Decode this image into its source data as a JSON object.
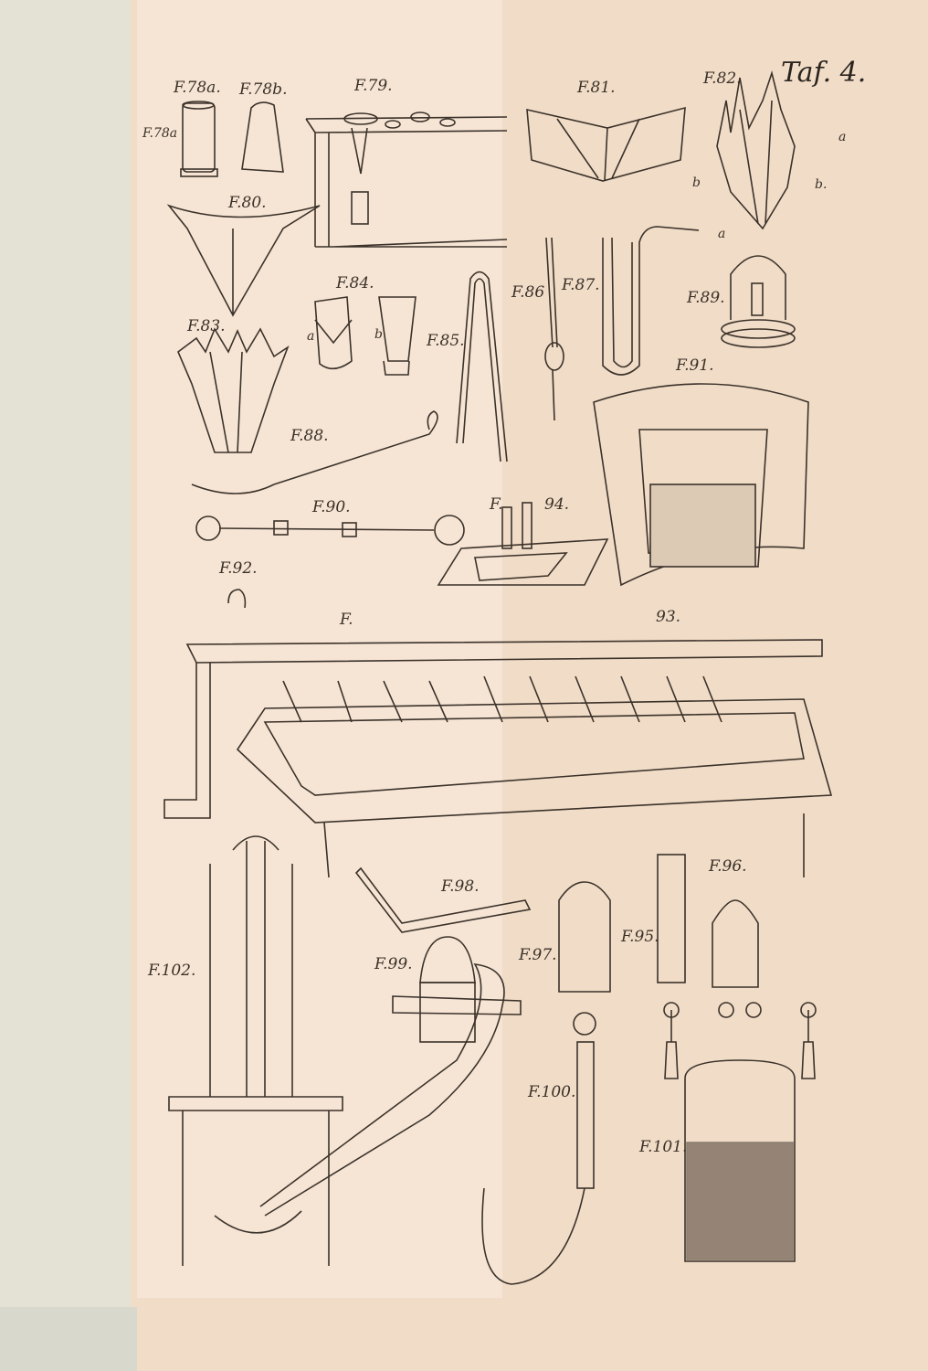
{
  "plate": {
    "title": "Taf. 4.",
    "labels": {
      "f78a": "F.78a.",
      "f78b": "F.78b.",
      "f79": "F.79.",
      "f78a_side": "F.78a",
      "f80": "F.80.",
      "f81": "F.81.",
      "f82": "F.82.",
      "f82_a": "a",
      "f82_b1": "b",
      "f82_b2": "b.",
      "f83": "F.83.",
      "f84": "F.84.",
      "f84_a": "a",
      "f84_b": "b",
      "f85": "F.85.",
      "f86": "F.86",
      "f87": "F.87.",
      "f87_a": "a",
      "f89": "F.89.",
      "f91": "F.91.",
      "f88": "F.88.",
      "f90": "F.90.",
      "f94_f": "F.",
      "f94_n": "94.",
      "f92": "F.92.",
      "f93_f": "F.",
      "f93_n": "93.",
      "f98": "F.98.",
      "f96": "F.96.",
      "f97": "F.97.",
      "f95": "F.95.",
      "f99": "F.99.",
      "f102": "F.102.",
      "f100": "F.100.",
      "f101": "F.101."
    }
  }
}
